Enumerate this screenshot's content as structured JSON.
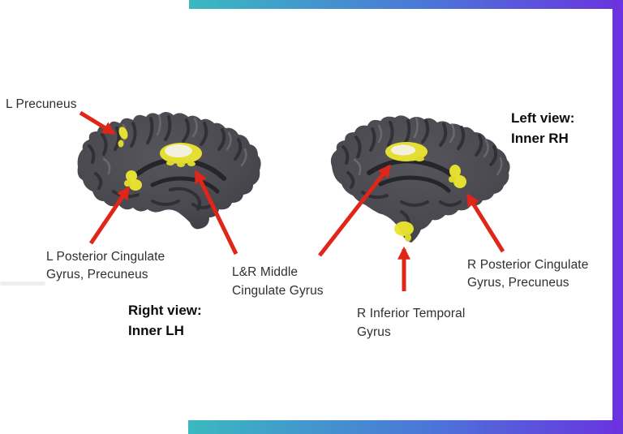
{
  "colors": {
    "teal": "#3ab9c0",
    "blue": "#4b76d8",
    "purple": "#6a33df",
    "arrow_red": "#df2619",
    "label_text": "#2f2f2f",
    "title_text": "#0b0b0b"
  },
  "figure": {
    "description": "Two medial brain surface views with yellow activation clusters annotated by red arrows",
    "view_titles": [
      {
        "name": "right-view-inner-lh",
        "lines": [
          "Right view:",
          "Inner LH"
        ]
      },
      {
        "name": "left-view-inner-rh",
        "lines": [
          "Left view:",
          "Inner RH"
        ]
      }
    ],
    "labels": [
      {
        "name": "l-precuneus",
        "lines": [
          "L Precuneus"
        ]
      },
      {
        "name": "l-posterior-cingulate-precuneus",
        "lines": [
          "L Posterior Cingulate",
          "Gyrus, Precuneus"
        ]
      },
      {
        "name": "lr-middle-cingulate-gyrus",
        "lines": [
          "L&R Middle",
          "Cingulate Gyrus"
        ]
      },
      {
        "name": "r-inferior-temporal-gyrus",
        "lines": [
          "R Inferior Temporal",
          "Gyrus"
        ]
      },
      {
        "name": "r-posterior-cingulate-precuneus",
        "lines": [
          "R Posterior Cingulate",
          "Gyrus, Precuneus"
        ]
      }
    ]
  }
}
